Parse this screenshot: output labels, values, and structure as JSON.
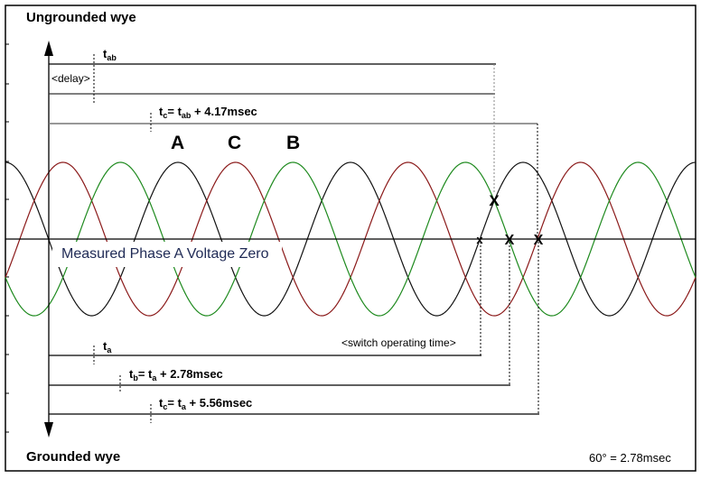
{
  "titles": {
    "top": "Ungrounded wye",
    "bottom": "Grounded wye"
  },
  "top_labels": {
    "tab": {
      "t": "t",
      "sub": "ab"
    },
    "delay": "<delay>",
    "tc": {
      "t": "t",
      "sub1": "c",
      "mid": "= t",
      "sub2": "ab",
      "rest": " + 4.17msec"
    }
  },
  "bottom_labels": {
    "ta": {
      "t": "t",
      "sub": "a"
    },
    "tb": {
      "t": "t",
      "sub1": "b",
      "mid": "= t",
      "sub2": "a",
      "rest": " + 2.78msec"
    },
    "tc": {
      "t": "t",
      "sub1": "c",
      "mid": "= t",
      "sub2": "a",
      "rest": " + 5.56msec"
    },
    "switch_time": "<switch operating time>"
  },
  "phase_labels": [
    "A",
    "C",
    "B"
  ],
  "zero_label": "Measured Phase A Voltage Zero",
  "scale_note": "60° = 2.78msec",
  "closing_marks": [
    "X",
    "x",
    "X",
    "X"
  ],
  "waves": [
    {
      "phase": "A",
      "color": "#111111",
      "phase_deg": 0
    },
    {
      "phase": "C",
      "color": "#8b1a1a",
      "phase_deg": 120
    },
    {
      "phase": "B",
      "color": "#1e8a1e",
      "phase_deg": 240
    }
  ]
}
